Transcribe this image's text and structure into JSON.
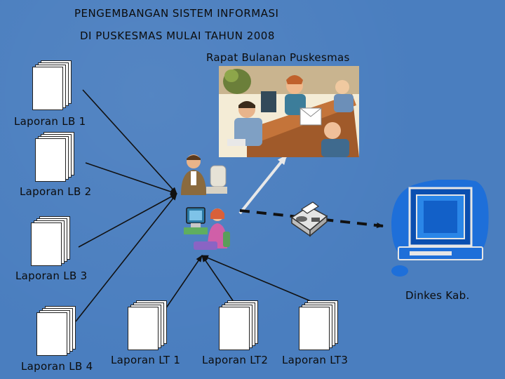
{
  "title": {
    "line1": "PENGEMBANGAN SISTEM INFORMASI",
    "line2": "DI PUSKESMAS MULAI TAHUN 2008"
  },
  "meeting": {
    "label": "Rapat Bulanan Puskesmas"
  },
  "reports_lb": [
    {
      "label": "Laporan LB 1"
    },
    {
      "label": "Laporan LB 2"
    },
    {
      "label": "Laporan LB 3"
    },
    {
      "label": "Laporan LB 4"
    }
  ],
  "reports_lt": [
    {
      "label": "Laporan LT 1"
    },
    {
      "label": "Laporan LT2"
    },
    {
      "label": "Laporan LT3"
    }
  ],
  "destination": {
    "label": "Dinkes Kab."
  },
  "colors": {
    "background": "#4a7ebf",
    "line": "#111111",
    "arrow_meeting": "#e8e8e8"
  },
  "icons": [
    "document-stack-icon",
    "meeting-photo",
    "staff-man-icon",
    "staff-woman-computer-icon",
    "fax-machine-icon",
    "computer-icon"
  ]
}
